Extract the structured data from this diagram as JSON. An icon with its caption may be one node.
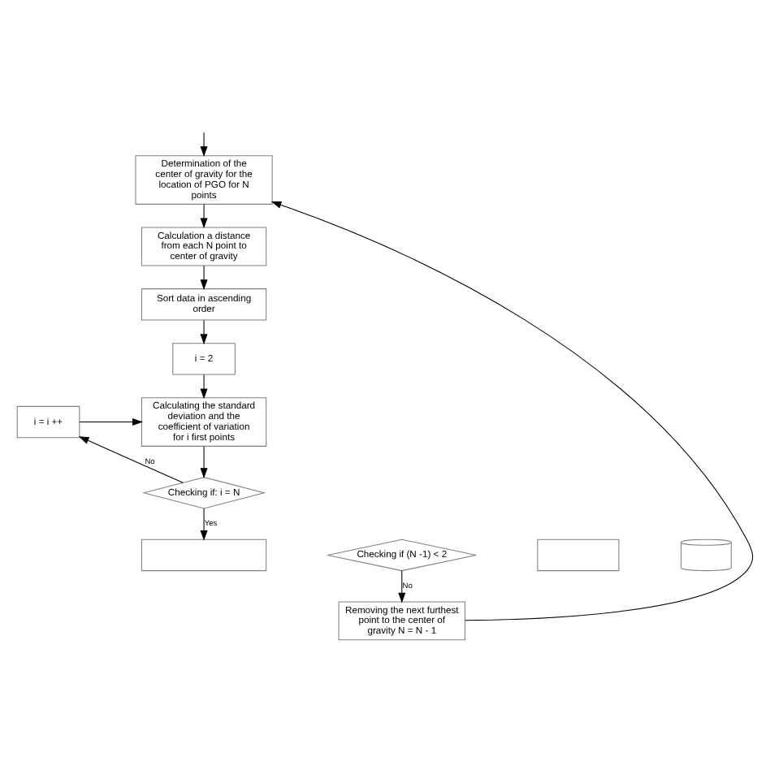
{
  "diagram": {
    "nodes": [
      {
        "text": [
          "Determination of the center of gravity for the location of PGO for N points"
        ]
      },
      {
        "text": [
          "Calculation a distance from each N point to center of gravity"
        ]
      },
      {
        "text": [
          "Sort data in ascending order"
        ]
      },
      {
        "text": [
          "i = 2"
        ]
      },
      {
        "text": [
          "Calculating the standard deviation and the coefficient of variation for i first points"
        ]
      },
      {
        "text": [
          "i = i ++"
        ]
      },
      {
        "text": [
          "Checking if: i = N"
        ]
      },
      {
        "text": [
          "Removing the next furthest point to the center of gravity N = N - 1"
        ]
      },
      {
        "text": [],
        "shape": "box"
      },
      {
        "text": [
          "Checking if (N -1) < 2"
        ]
      },
      {
        "text": [],
        "shape": "box"
      },
      {
        "text": [],
        "shape": "cylinder"
      }
    ],
    "edges": [
      {
        "from": null,
        "to": 0,
        "arrow": "to"
      },
      {
        "from": 0,
        "to": 1,
        "arrow": "to"
      },
      {
        "from": 1,
        "to": 2,
        "arrow": "to"
      },
      {
        "from": 2,
        "to": 3,
        "arrow": "to"
      },
      {
        "from": 3,
        "to": 4,
        "arrow": "to"
      },
      {
        "from": 4,
        "to": 6,
        "arrow": "to"
      },
      {
        "from": 6,
        "to": 5,
        "arrow": "to",
        "label": "No"
      },
      {
        "from": 5,
        "to": 4,
        "arrow": "to"
      },
      {
        "from": 6,
        "to": 8,
        "arrow": "to",
        "label": "Yes"
      },
      {
        "from": 9,
        "to": 7,
        "arrow": "to",
        "label": "No"
      },
      {
        "from": 7,
        "to": 0,
        "arrow": "to"
      }
    ]
  }
}
